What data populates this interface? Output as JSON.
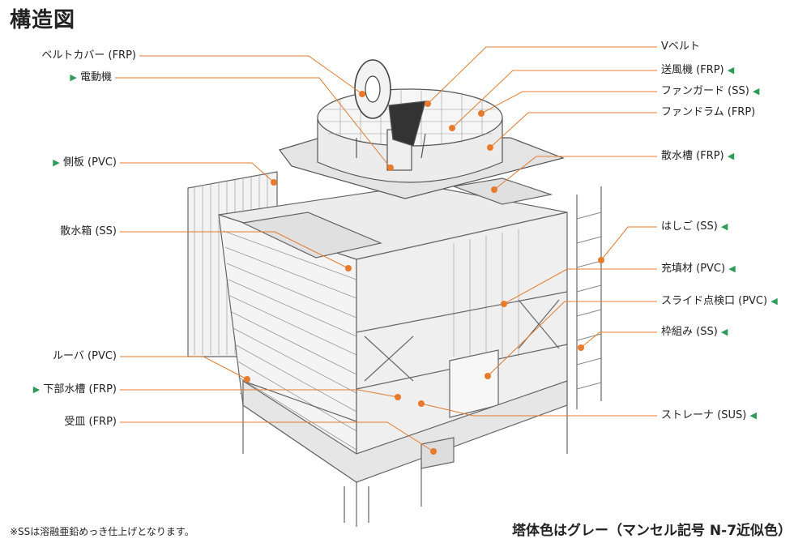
{
  "title": "構造図",
  "marker": "▶",
  "marker_r": "◀",
  "labels": {
    "belt_cover": "ベルトカバー (FRP)",
    "motor": "電動機",
    "side_plate": "側板 (PVC)",
    "distribution_box": "散水箱 (SS)",
    "louver": "ルーバ (PVC)",
    "lower_basin": "下部水槽 (FRP)",
    "drain_pan": "受皿 (FRP)",
    "v_belt": "Vベルト",
    "fan": "送風機 (FRP)",
    "fan_guard": "ファンガード (SS)",
    "fan_drum": "ファンドラム (FRP)",
    "sprinkler_tank": "散水槽 (FRP)",
    "ladder": "はしご (SS)",
    "fill": "充填材 (PVC)",
    "slide_hatch": "スライド点検口 (PVC)",
    "frame": "枠組み (SS)",
    "strainer": "ストレーナ (SUS)"
  },
  "footnote": "※SSは溶融亜鉛めっき仕上げとなります。",
  "color_note": "塔体色はグレー（マンセル記号 N-7近似色）",
  "colors": {
    "leader": "#e07b2e",
    "marker": "#2e9c58",
    "drawing": "#666666"
  }
}
